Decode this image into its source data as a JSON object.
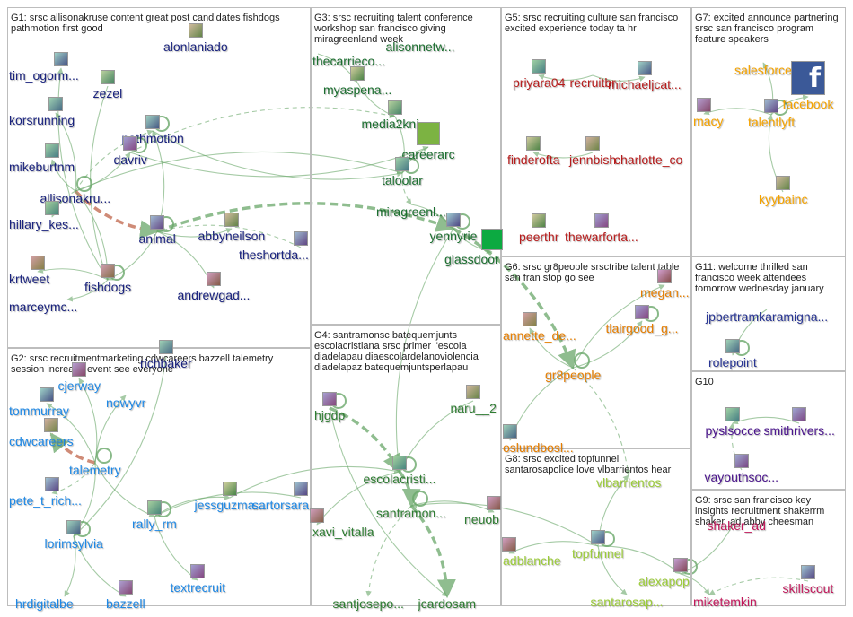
{
  "colors": {
    "G1": "#1a237e",
    "G2": "#1e88e5",
    "G3": "#1b6e2f",
    "G4": "#2e7d32",
    "G5": "#b71c1c",
    "G6": "#e67e00",
    "G7": "#f5a300",
    "G8": "#9ccc3a",
    "G9": "#c2185b",
    "G10": "#4a148c",
    "G11": "#283593",
    "edge": "#6aa86a",
    "edge_strong": "#c0654a"
  },
  "groups": [
    {
      "id": "G1",
      "caption": "G1: srsc allisonakruse content great post candidates fishdogs pathmotion first good"
    },
    {
      "id": "G2",
      "caption": "G2: srsc recruitmentmarketing cdwcareers bazzell talemetry session increase event see everyone"
    },
    {
      "id": "G3",
      "caption": "G3: srsc recruiting talent conference workshop san francisco giving miragreenland week"
    },
    {
      "id": "G4",
      "caption": "G4: santramonsc batequemjunts escolacristiana srsc primer l'escola diadelapau diaescolardelanoviolencia diadelapaz batequemjuntsperlapau"
    },
    {
      "id": "G5",
      "caption": "G5: srsc recruiting culture san francisco excited experience today ta hr"
    },
    {
      "id": "G6",
      "caption": "G6: srsc gr8people srsctribe talent table san fran stop go see"
    },
    {
      "id": "G7",
      "caption": "G7: excited announce partnering srsc san francisco program feature speakers"
    },
    {
      "id": "G8",
      "caption": "G8: srsc excited topfunnel santarosapolice love vlbarrientos hear"
    },
    {
      "id": "G9",
      "caption": "G9: srsc san francisco key insights recruitment shakerrm shaker_ad abby cheesman"
    },
    {
      "id": "G10",
      "caption": "G10"
    },
    {
      "id": "G11",
      "caption": "G11: welcome thrilled san francisco week attendees tomorrow wednesday january"
    }
  ],
  "nodes": [
    {
      "id": "alonlaniado",
      "label": "alonlaniado",
      "group": "G1"
    },
    {
      "id": "tim_ogorm",
      "label": "tim_ogorm...",
      "group": "G1"
    },
    {
      "id": "zezel",
      "label": "zezel",
      "group": "G1"
    },
    {
      "id": "korsrunning",
      "label": "korsrunning",
      "group": "G1"
    },
    {
      "id": "pathmotion",
      "label": "pathmotion",
      "group": "G1"
    },
    {
      "id": "davriv",
      "label": "davriv",
      "group": "G1"
    },
    {
      "id": "mikeburtnm",
      "label": "mikeburtnm",
      "group": "G1"
    },
    {
      "id": "allisonakru",
      "label": "allisonakru...",
      "group": "G1"
    },
    {
      "id": "hillary_kes",
      "label": "hillary_kes...",
      "group": "G1"
    },
    {
      "id": "animal",
      "label": "animal",
      "group": "G1"
    },
    {
      "id": "abbyneilson",
      "label": "abbyneilson",
      "group": "G1"
    },
    {
      "id": "theshortda",
      "label": "theshortda...",
      "group": "G1"
    },
    {
      "id": "krtweet",
      "label": "krtweet",
      "group": "G1"
    },
    {
      "id": "fishdogs",
      "label": "fishdogs",
      "group": "G1"
    },
    {
      "id": "andrewgad",
      "label": "andrewgad...",
      "group": "G1"
    },
    {
      "id": "marceymc",
      "label": "marceymc...",
      "group": "G1"
    },
    {
      "id": "richbaker",
      "label": "richbaker",
      "group": "G1"
    },
    {
      "id": "cjerway",
      "label": "cjerway",
      "group": "G2"
    },
    {
      "id": "tommurray",
      "label": "tommurray",
      "group": "G2"
    },
    {
      "id": "nowyvr",
      "label": "nowyvr",
      "group": "G2"
    },
    {
      "id": "cdwcareers",
      "label": "cdwcareers",
      "group": "G2"
    },
    {
      "id": "talemetry",
      "label": "talemetry",
      "group": "G2"
    },
    {
      "id": "pete_t_rich",
      "label": "pete_t_rich...",
      "group": "G2"
    },
    {
      "id": "jessguzma",
      "label": "jessguzma...",
      "group": "G2"
    },
    {
      "id": "sartorsara",
      "label": "sartorsara",
      "group": "G2"
    },
    {
      "id": "rally_rm",
      "label": "rally_rm",
      "group": "G2"
    },
    {
      "id": "lorimsylvia",
      "label": "lorimsylvia",
      "group": "G2"
    },
    {
      "id": "textrecruit",
      "label": "textrecruit",
      "group": "G2"
    },
    {
      "id": "hrdigitalbe",
      "label": "hrdigitalbe",
      "group": "G2"
    },
    {
      "id": "bazzell",
      "label": "bazzell",
      "group": "G2"
    },
    {
      "id": "alisonnetw",
      "label": "alisonnetw...",
      "group": "G3"
    },
    {
      "id": "thecarrieco",
      "label": "thecarrieco...",
      "group": "G3"
    },
    {
      "id": "myaspena",
      "label": "myaspena...",
      "group": "G3"
    },
    {
      "id": "media2kni",
      "label": "media2kni...",
      "group": "G3"
    },
    {
      "id": "careerarc",
      "label": "careerarc",
      "group": "G3"
    },
    {
      "id": "taloolar",
      "label": "taloolar",
      "group": "G3"
    },
    {
      "id": "miragreenl",
      "label": "miragreenl...",
      "group": "G3"
    },
    {
      "id": "yennyrie",
      "label": "yennyrie",
      "group": "G3"
    },
    {
      "id": "glassdoor",
      "label": "glassdoor",
      "group": "G3"
    },
    {
      "id": "hjgdp",
      "label": "hjgdp",
      "group": "G4"
    },
    {
      "id": "naru__2",
      "label": "naru__2",
      "group": "G4"
    },
    {
      "id": "escolacristi",
      "label": "escolacristi...",
      "group": "G4"
    },
    {
      "id": "xavi_vitalla",
      "label": "xavi_vitalla",
      "group": "G4"
    },
    {
      "id": "santramon",
      "label": "santramon...",
      "group": "G4"
    },
    {
      "id": "neuob",
      "label": "neuob",
      "group": "G4"
    },
    {
      "id": "santjosepo",
      "label": "santjosepo...",
      "group": "G4"
    },
    {
      "id": "jcardosam",
      "label": "jcardosam",
      "group": "G4"
    },
    {
      "id": "priyara04",
      "label": "priyara04",
      "group": "G5"
    },
    {
      "id": "recruitbr",
      "label": "recruitbr",
      "group": "G5"
    },
    {
      "id": "michaeljcat",
      "label": "michaeljcat...",
      "group": "G5"
    },
    {
      "id": "finderofta",
      "label": "finderofta",
      "group": "G5"
    },
    {
      "id": "jennbish",
      "label": "jennbish",
      "group": "G5"
    },
    {
      "id": "charlotte_co",
      "label": "charlotte_co",
      "group": "G5"
    },
    {
      "id": "peerthr",
      "label": "peerthr",
      "group": "G5"
    },
    {
      "id": "thewarforta",
      "label": "thewarforta...",
      "group": "G5"
    },
    {
      "id": "megan",
      "label": "megan...",
      "group": "G6"
    },
    {
      "id": "annette_de",
      "label": "annette_de...",
      "group": "G6"
    },
    {
      "id": "tlairgood_g",
      "label": "tlairgood_g...",
      "group": "G6"
    },
    {
      "id": "gr8people",
      "label": "gr8people",
      "group": "G6"
    },
    {
      "id": "oslundbosl",
      "label": "oslundbosl...",
      "group": "G6"
    },
    {
      "id": "salesforce",
      "label": "salesforce",
      "group": "G7"
    },
    {
      "id": "facebook",
      "label": "facebook",
      "group": "G7"
    },
    {
      "id": "macy",
      "label": "macy",
      "group": "G7"
    },
    {
      "id": "talentlyft",
      "label": "talentlyft",
      "group": "G7"
    },
    {
      "id": "kyybainc",
      "label": "kyybainc",
      "group": "G7"
    },
    {
      "id": "vlbarrientos",
      "label": "vlbarrientos",
      "group": "G8"
    },
    {
      "id": "adblanche",
      "label": "adblanche",
      "group": "G8"
    },
    {
      "id": "topfunnel",
      "label": "topfunnel",
      "group": "G8"
    },
    {
      "id": "alexapop",
      "label": "alexapop",
      "group": "G8"
    },
    {
      "id": "santarosap",
      "label": "santarosap...",
      "group": "G8"
    },
    {
      "id": "miketemkin",
      "label": "miketemkin",
      "group": "G9"
    },
    {
      "id": "skillscout",
      "label": "skillscout",
      "group": "G9"
    },
    {
      "id": "shakerad",
      "label": "shaker_ad",
      "group": "G9"
    },
    {
      "id": "pyslsocce",
      "label": "pyslsocce",
      "group": "G10"
    },
    {
      "id": "smithrivers",
      "label": "smithrivers...",
      "group": "G10"
    },
    {
      "id": "vayouthsoc",
      "label": "vayouthsoc...",
      "group": "G10"
    },
    {
      "id": "jpbertramkaramigna",
      "label": "jpbertramkaramigna...",
      "group": "G11"
    },
    {
      "id": "rolepoint",
      "label": "rolepoint",
      "group": "G11"
    }
  ],
  "edges": [
    [
      "allisonakru",
      "pathmotion"
    ],
    [
      "allisonakru",
      "animal"
    ],
    [
      "allisonakru",
      "fishdogs"
    ],
    [
      "allisonakru",
      "davriv"
    ],
    [
      "allisonakru",
      "taloolar"
    ],
    [
      "allisonakru",
      "korsrunning"
    ],
    [
      "allisonakru",
      "mikeburtnm"
    ],
    [
      "allisonakru",
      "hillary_kes"
    ],
    [
      "animal",
      "fishdogs"
    ],
    [
      "animal",
      "abbyneilson"
    ],
    [
      "animal",
      "andrewgad"
    ],
    [
      "animal",
      "pathmotion"
    ],
    [
      "animal",
      "yennyrie"
    ],
    [
      "pathmotion",
      "taloolar"
    ],
    [
      "davriv",
      "media2kni"
    ],
    [
      "davriv",
      "careerarc"
    ],
    [
      "fishdogs",
      "marceymc"
    ],
    [
      "fishdogs",
      "krtweet"
    ],
    [
      "fishdogs",
      "tim_ogorm"
    ],
    [
      "zezel",
      "fishdogs"
    ],
    [
      "richbaker",
      "lorimsylvia"
    ],
    [
      "theshortda",
      "animal"
    ],
    [
      "talemetry",
      "cdwcareers"
    ],
    [
      "talemetry",
      "tommurray"
    ],
    [
      "talemetry",
      "lorimsylvia"
    ],
    [
      "talemetry",
      "rally_rm"
    ],
    [
      "talemetry",
      "nowyvr"
    ],
    [
      "talemetry",
      "cjerway"
    ],
    [
      "talemetry",
      "pete_t_rich"
    ],
    [
      "lorimsylvia",
      "bazzell"
    ],
    [
      "lorimsylvia",
      "hrdigitalbe"
    ],
    [
      "rally_rm",
      "textrecruit"
    ],
    [
      "rally_rm",
      "jessguzma"
    ],
    [
      "sartorsara",
      "rally_rm"
    ],
    [
      "jessguzma",
      "escolacristi"
    ],
    [
      "taloolar",
      "miragreenl"
    ],
    [
      "miragreenl",
      "yennyrie"
    ],
    [
      "yennyrie",
      "glassdoor"
    ],
    [
      "media2kni",
      "taloolar"
    ],
    [
      "myaspena",
      "media2kni"
    ],
    [
      "thecarrieco",
      "myaspena"
    ],
    [
      "careerarc",
      "taloolar"
    ],
    [
      "yennyrie",
      "gr8people"
    ],
    [
      "yennyrie",
      "escolacristi"
    ],
    [
      "hjgdp",
      "escolacristi"
    ],
    [
      "naru__2",
      "escolacristi"
    ],
    [
      "escolacristi",
      "santramon"
    ],
    [
      "escolacristi",
      "xavi_vitalla"
    ],
    [
      "santramon",
      "jcardosam"
    ],
    [
      "santramon",
      "santjosepo"
    ],
    [
      "santramon",
      "neuob"
    ],
    [
      "hjgdp",
      "jcardosam"
    ],
    [
      "gr8people",
      "annette_de"
    ],
    [
      "gr8people",
      "tlairgood_g"
    ],
    [
      "gr8people",
      "megan"
    ],
    [
      "gr8people",
      "oslundbosl"
    ],
    [
      "gr8people",
      "vlbarrientos"
    ],
    [
      "topfunnel",
      "adblanche"
    ],
    [
      "topfunnel",
      "alexapop"
    ],
    [
      "topfunnel",
      "santarosap"
    ],
    [
      "topfunnel",
      "vlbarrientos"
    ],
    [
      "topfunnel",
      "santramon"
    ],
    [
      "alexapop",
      "miketemkin"
    ],
    [
      "skillscout",
      "miketemkin"
    ],
    [
      "shakerad",
      "alexapop"
    ],
    [
      "talentlyft",
      "macy"
    ],
    [
      "talentlyft",
      "facebook"
    ],
    [
      "talentlyft",
      "salesforce"
    ],
    [
      "kyybainc",
      "talentlyft"
    ],
    [
      "smithrivers",
      "pyslsocce"
    ],
    [
      "vayouthsoc",
      "pyslsocce"
    ],
    [
      "jpbertramkaramigna",
      "rolepoint"
    ],
    [
      "recruitbr",
      "priyara04"
    ],
    [
      "recruitbr",
      "michaeljcat"
    ],
    [
      "jennbish",
      "finderofta"
    ]
  ]
}
